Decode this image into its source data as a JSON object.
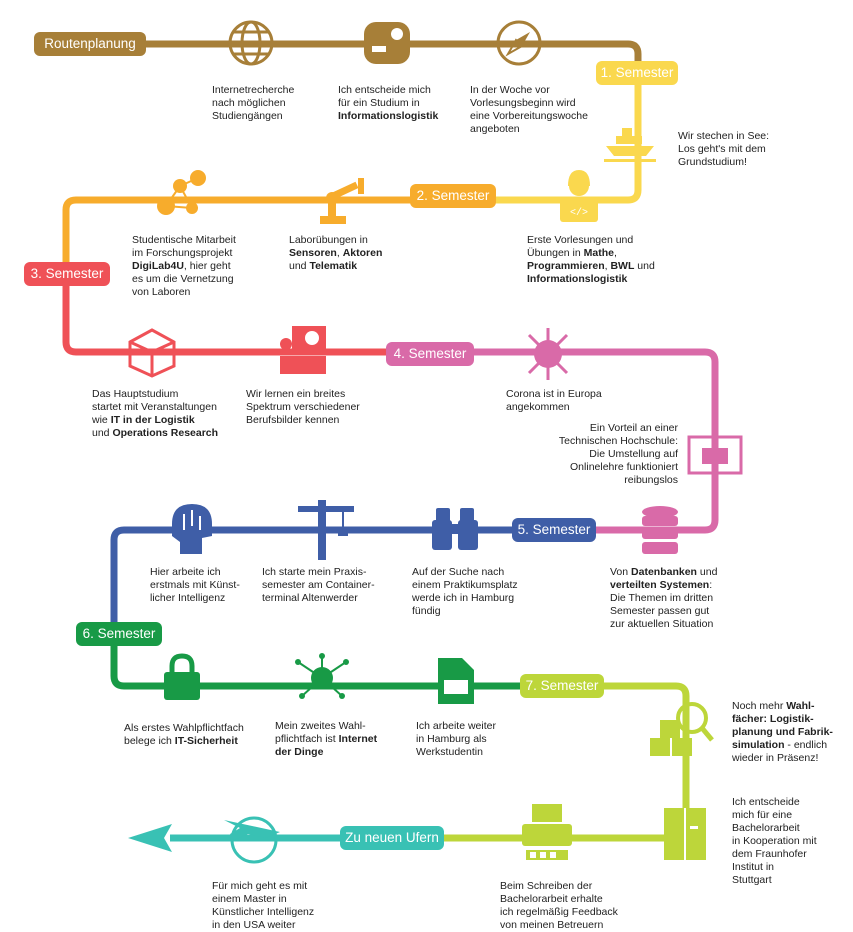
{
  "colors": {
    "brown": "#a77f38",
    "yellow": "#fad84e",
    "orange": "#f7ac2c",
    "red": "#ef5157",
    "pink": "#d96aa8",
    "blue": "#3f5ea7",
    "green": "#189a46",
    "lime": "#bdd63a",
    "teal": "#39c1b4"
  },
  "labels": {
    "start": "Routenplanung",
    "sem1": "1. Semester",
    "sem2": "2. Semester",
    "sem3": "3. Semester",
    "sem4": "4. Semester",
    "sem5": "5. Semester",
    "sem6": "6. Semester",
    "sem7": "7. Semester",
    "end": "Zu neuen Ufern"
  },
  "captions": {
    "internet": {
      "t1": "Internetrecherche\nnach möglichen\nStudiengängen"
    },
    "decide": {
      "t1": "Ich entscheide mich\nfür ein Studium in\n",
      "b1": "Informationslogistik"
    },
    "prep": {
      "t1": "In der Woche vor\nVorlesungsbeginn wird\neine Vorbereitungswoche\nangeboten"
    },
    "ship": {
      "t1": "Wir stechen in See:\nLos geht's mit dem\nGrundstudium!"
    },
    "lectures": {
      "t1": "Erste Vorlesungen und\nÜbungen in ",
      "b1": "Mathe",
      "t2": ",\n",
      "b2": "Programmieren",
      "t3": ", ",
      "b3": "BWL",
      "t4": " und\n",
      "b4": "Informationslogistik"
    },
    "lab": {
      "t1": "Laborübungen in\n",
      "b1": "Sensoren",
      "t2": ", ",
      "b2": "Aktoren",
      "t3": "\nund ",
      "b3": "Telematik"
    },
    "research": {
      "t1": "Studentische Mitarbeit\nim Forschungsprojekt\n",
      "b1": "DigiLab4U",
      "t2": ", hier geht\nes um die Vernetzung\nvon Laboren"
    },
    "main": {
      "t1": "Das Hauptstudium\nstartet mit  Veranstaltungen\nwie ",
      "b1": "IT in der Logistik",
      "t2": "\nund ",
      "b2": "Operations Research"
    },
    "jobs": {
      "t1": "Wir lernen ein breites\nSpektrum verschiedener\nBerufsbilder kennen"
    },
    "corona": {
      "t1": "Corona ist in Europa\nangekommen"
    },
    "online": {
      "t1": "Ein Vorteil an einer\nTechnischen Hochschule:\nDie Umstellung auf\nOnlinelehre funktioniert\nreibungslos"
    },
    "db": {
      "t1": "Von ",
      "b1": "Datenbanken",
      "t2": " und\n",
      "b2": "verteilten Systemen",
      "t3": ":\nDie Themen im dritten\nSemester passen gut\nzur aktuellen Situation"
    },
    "binoc": {
      "t1": "Auf der Suche nach\neinem Praktikumsplatz\nwerde ich in Hamburg\nfündig"
    },
    "crane": {
      "t1": "Ich starte mein  Praxis-\nsemester am Container-\nterminal  Altenwerder"
    },
    "ai": {
      "t1": "Hier arbeite ich\nerstmals mit  Künst-\nlicher Intelligenz"
    },
    "lock": {
      "t1": "Als erstes Wahlpflichtfach\nbelege ich ",
      "b1": "IT-Sicherheit"
    },
    "iot": {
      "t1": "Mein  zweites Wahl-\npflichtfach ist ",
      "b1": "Internet\nder Dinge"
    },
    "doc": {
      "t1": "Ich arbeite weiter\nin Hamburg als\nWerkstudentin"
    },
    "elective": {
      "t1": "Noch mehr ",
      "b1": "Wahl-\nfächer: Logistik-\nplanung und Fabrik-\nsimulation",
      "t2": " - endlich\nwieder in Präsenz!"
    },
    "bachelor": {
      "t1": "Ich entscheide\nmich für eine\nBachelorarbeit\nin Kooperation mit\ndem Fraunhofer\nInstitut  in\nStuttgart"
    },
    "writing": {
      "t1": "Beim Schreiben der\nBachelorarbeit erhalte\nich regelmäßig Feedback\nvon meinen Betreuern"
    },
    "master": {
      "t1": "Für mich geht es mit\neinem Master in\nKünstlicher Intelligenz\nin den USA weiter"
    }
  },
  "icons": [
    "globe-icon",
    "game-controller-icon",
    "compass-icon",
    "ship-icon",
    "developer-icon",
    "robot-arm-icon",
    "network-icon",
    "box-icon",
    "presentation-icon",
    "virus-icon",
    "monitor-book-icon",
    "database-icon",
    "binoculars-icon",
    "crane-icon",
    "ai-head-icon",
    "lock-icon",
    "iot-icon",
    "document-icon",
    "search-boxes-icon",
    "locker-icon",
    "typewriter-icon",
    "airplane-globe-icon"
  ]
}
